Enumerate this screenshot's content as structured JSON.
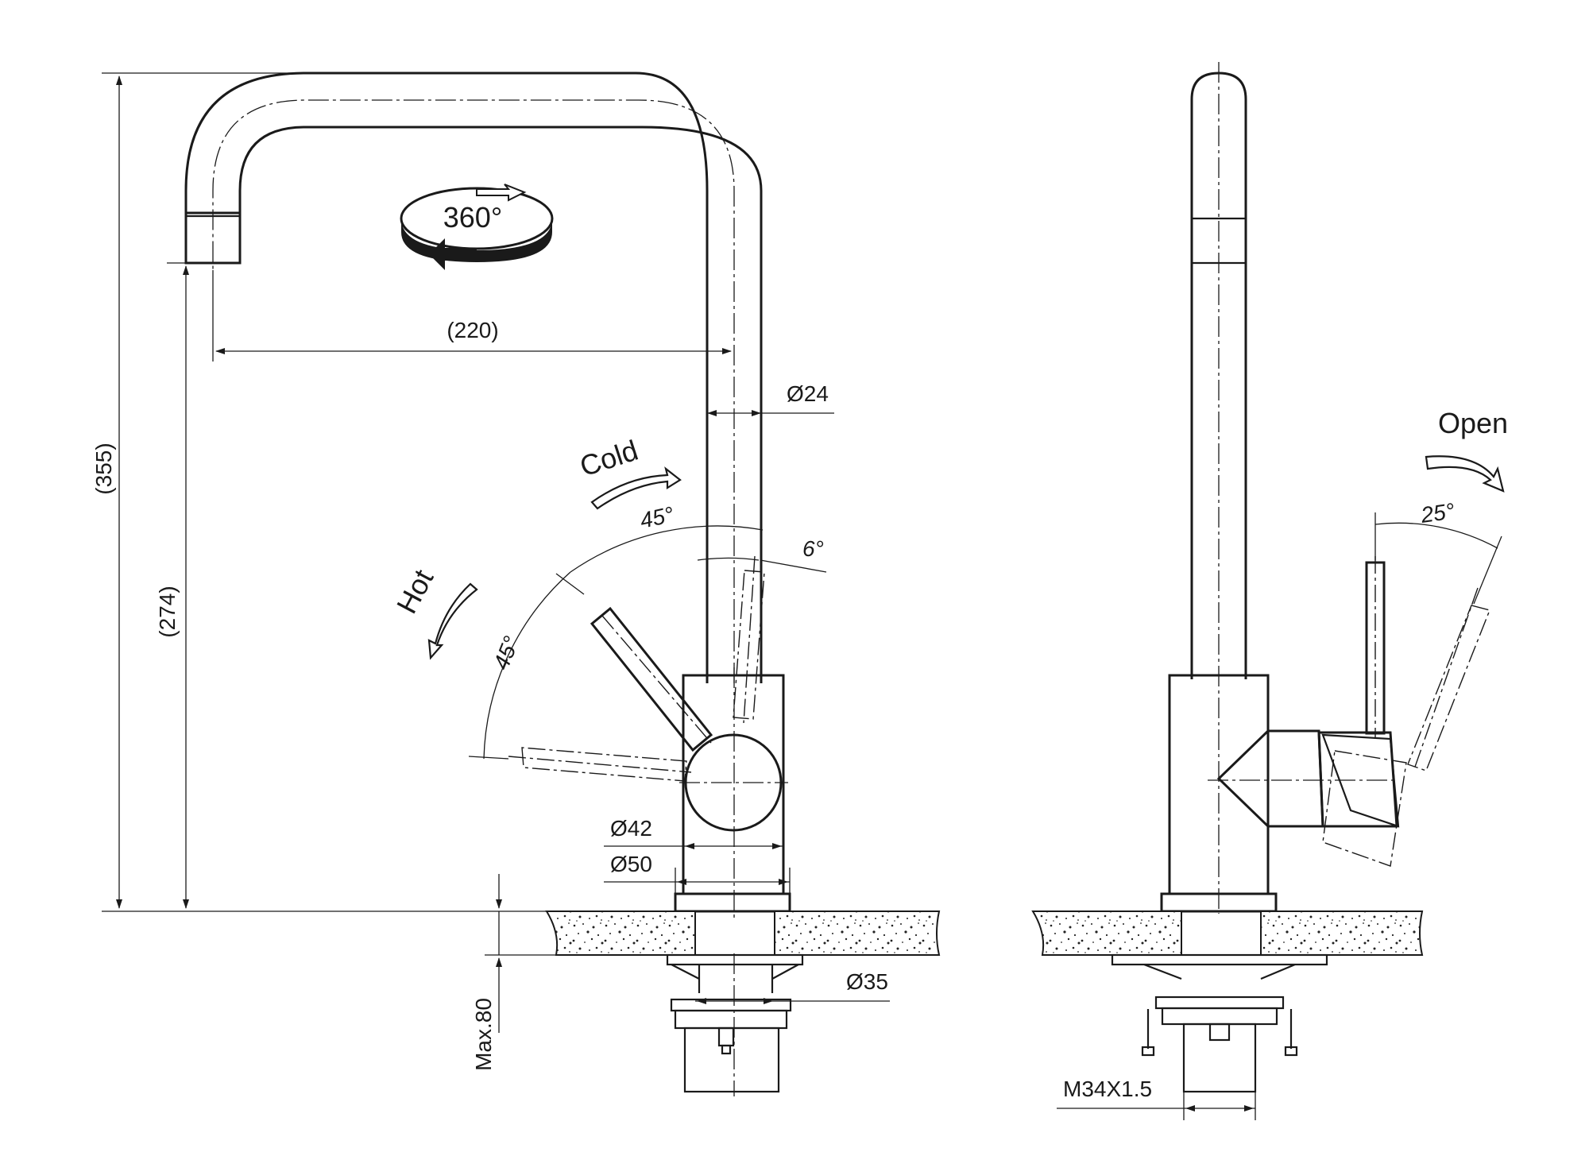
{
  "dimensions": {
    "overall_height": "(355)",
    "spout_height": "(274)",
    "spout_reach": "(220)",
    "tube_diameter": "Ø24",
    "body_diameter": "Ø42",
    "base_diameter": "Ø50",
    "shank_diameter": "Ø35",
    "max_counter_thickness": "Max.80",
    "thread": "M34X1.5"
  },
  "rotation": {
    "label": "360°"
  },
  "handle": {
    "cold_label": "Cold",
    "hot_label": "Hot",
    "cold_angle": "45°",
    "hot_angle": "45°",
    "tilt_angle": "6°",
    "open_label": "Open",
    "open_angle": "25°"
  }
}
